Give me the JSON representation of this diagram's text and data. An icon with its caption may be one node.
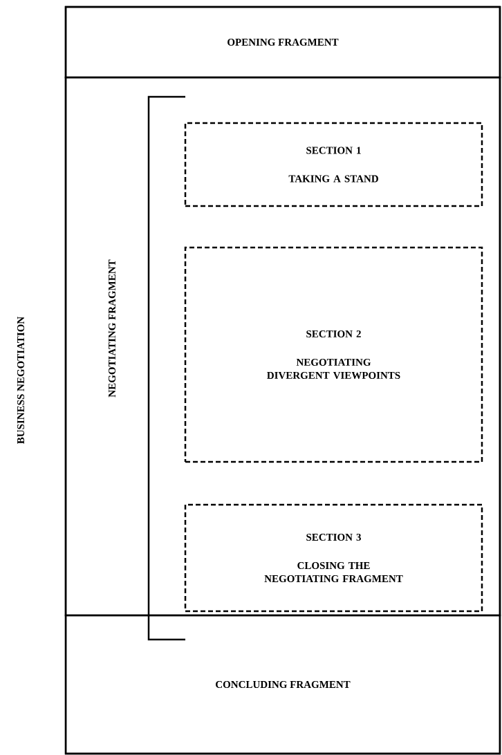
{
  "diagram": {
    "nodes": [
      {
        "text": [
          "BUSINESS NEGOTIATION"
        ]
      },
      {
        "text": [
          "OPENING FRAGMENT"
        ],
        "in": 0
      },
      {
        "text": [
          "NEGOTIATING FRAGMENT"
        ],
        "in": 0
      },
      {
        "text": [
          "SECTION 1",
          "TAKING A STAND"
        ],
        "in": 2
      },
      {
        "text": [
          "SECTION 2",
          "NEGOTIATING DIVERGENT VIEWPOINTS"
        ],
        "in": 2
      },
      {
        "text": [
          "SECTION 3",
          "CLOSING THE NEGOTIATING FRAGMENT"
        ],
        "in": 2
      },
      {
        "text": [
          "CONCLUDING FRAGMENT"
        ],
        "in": 0
      }
    ]
  }
}
